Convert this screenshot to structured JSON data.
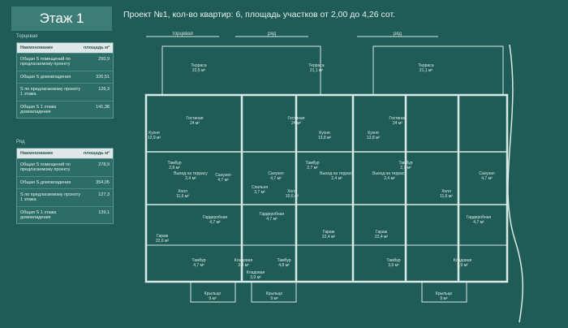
{
  "header": {
    "floor_title": "Этаж 1",
    "project_line": "Проект №1, кол-во квартир: 6, площадь участков от 2,00 до 4,26 сот."
  },
  "tables": [
    {
      "section": "Торцевая",
      "head_name": "Наименование",
      "head_area": "площадь м²",
      "rows": [
        {
          "name": "Общая S помещений по предлагаемому проекту",
          "value": "290,9"
        },
        {
          "name": "Общая S домовладения",
          "value": "326,51"
        },
        {
          "name": "S по предлагаемому проекту 1 этажа",
          "value": "126,3"
        },
        {
          "name": "Общая S 1 этажа домовладения",
          "value": "141,38"
        }
      ]
    },
    {
      "section": "Ряд",
      "head_name": "Наименование",
      "head_area": "площадь м²",
      "rows": [
        {
          "name": "Общая S помещений по предлагаемому проекту",
          "value": "278,9"
        },
        {
          "name": "Общая S домовладения",
          "value": "354,05"
        },
        {
          "name": "S по предлагаемому проекту 1 этажа",
          "value": "127,3"
        },
        {
          "name": "Общая S 1 этажа домовладения",
          "value": "139,1"
        }
      ]
    }
  ],
  "plan": {
    "unit_labels": [
      "торцевая",
      "ряд",
      "ряд"
    ],
    "rooms": [
      {
        "name": "Терраса",
        "area": "22,5 м²"
      },
      {
        "name": "Терраса",
        "area": "21,1 м²"
      },
      {
        "name": "Терраса",
        "area": "21,1 м²"
      },
      {
        "name": "Гостиная",
        "area": "24 м²"
      },
      {
        "name": "Гостиная",
        "area": "24 м²"
      },
      {
        "name": "Гостиная",
        "area": "24 м²"
      },
      {
        "name": "Кухня",
        "area": "12,9 м²"
      },
      {
        "name": "Кухня",
        "area": "13,8 м²"
      },
      {
        "name": "Кухня",
        "area": "13,8 м²"
      },
      {
        "name": "Тамбур",
        "area": "2,8 м²"
      },
      {
        "name": "Тамбур",
        "area": "2,7 м²"
      },
      {
        "name": "Тамбур",
        "area": "2,7 м²"
      },
      {
        "name": "Выход на террасу",
        "area": "2,4 м²"
      },
      {
        "name": "Выход на террасу",
        "area": "2,4 м²"
      },
      {
        "name": "Выход на террасу",
        "area": "2,4 м²"
      },
      {
        "name": "Санузел",
        "area": "4,7 м²"
      },
      {
        "name": "Санузел",
        "area": "4,7 м²"
      },
      {
        "name": "Санузел",
        "area": "4,7 м²"
      },
      {
        "name": "Спальня",
        "area": "3,7 м²"
      },
      {
        "name": "Холл",
        "area": "11,6 м²"
      },
      {
        "name": "Холл",
        "area": "10,6 м²"
      },
      {
        "name": "Холл",
        "area": "11,6 м²"
      },
      {
        "name": "Гардеробная",
        "area": "4,7 м²"
      },
      {
        "name": "Гардеробная",
        "area": "4,7 м²"
      },
      {
        "name": "Гардеробная",
        "area": "4,7 м²"
      },
      {
        "name": "Гараж",
        "area": "22,6 м²"
      },
      {
        "name": "Гараж",
        "area": "22,4 м²"
      },
      {
        "name": "Гараж",
        "area": "22,4 м²"
      },
      {
        "name": "Тамбур",
        "area": "4,7 м²"
      },
      {
        "name": "Кладовая",
        "area": "3,8 м²"
      },
      {
        "name": "Кладовая",
        "area": "3,9 м²"
      },
      {
        "name": "Тамбур",
        "area": "4,8 м²"
      },
      {
        "name": "Тамбур",
        "area": "3,9 м²"
      },
      {
        "name": "Кладовая",
        "area": "3,9 м²"
      },
      {
        "name": "Крыльцо",
        "area": "9 м²"
      },
      {
        "name": "Крыльцо",
        "area": "9 м²"
      },
      {
        "name": "Крыльцо",
        "area": "9 м²"
      }
    ]
  }
}
